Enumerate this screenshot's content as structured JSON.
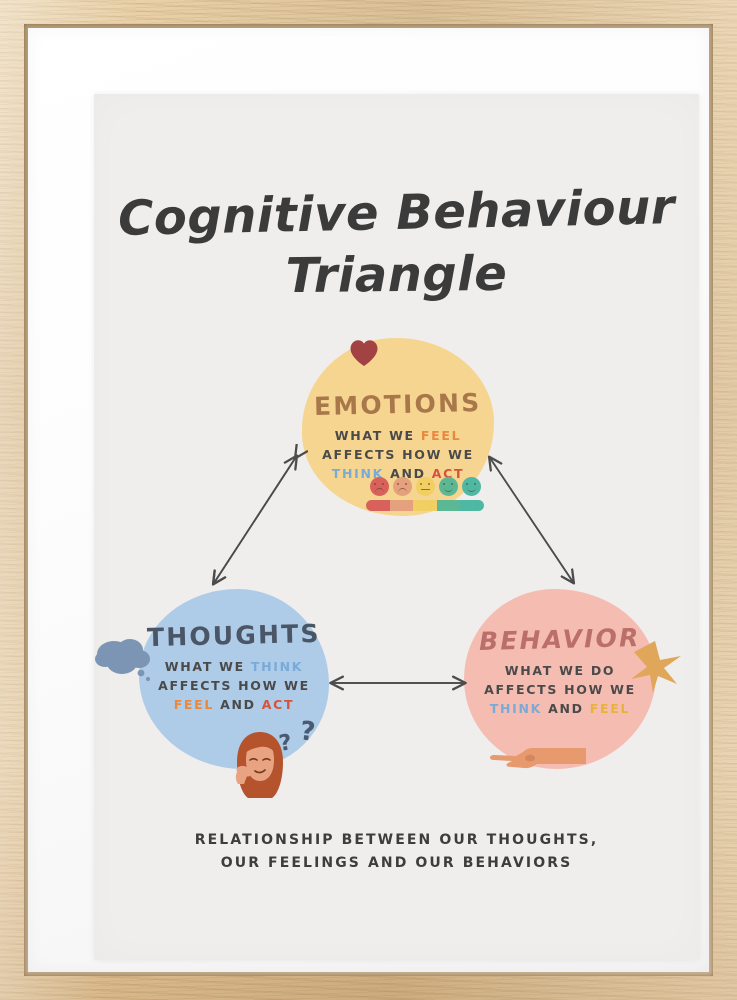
{
  "artwork": {
    "title_line1": "Cognitive Behaviour",
    "title_line2": "Triangle",
    "caption_line1": "RELATIONSHIP BETWEEN OUR THOUGHTS,",
    "caption_line2": "OUR FEELINGS AND OUR BEHAVIORS",
    "background_color": "#efeeec",
    "frame_color": "#dcbd8f",
    "mat_color": "#ffffff"
  },
  "nodes": {
    "emotions": {
      "title": "EMOTIONS",
      "title_color": "#a9784a",
      "circle_color": "#f6d591",
      "line1_a": "WHAT WE ",
      "line1_kw": "FEEL",
      "line2": "AFFECTS HOW WE",
      "line3_kw1": "THINK",
      "line3_mid": " AND ",
      "line3_kw2": "ACT",
      "icon": "heart-icon"
    },
    "thoughts": {
      "title": "THOUGHTS",
      "title_color": "#4a5566",
      "circle_color": "#aecbe8",
      "line1_a": "WHAT WE ",
      "line1_kw": "THINK",
      "line2": "AFFECTS HOW WE",
      "line3_kw1": "FEEL",
      "line3_mid": " AND ",
      "line3_kw2": "ACT",
      "icon": "thought-cloud-icon",
      "secondary_icon": "thinking-girl-icon",
      "question_mark_1": "?",
      "question_mark_2": "?"
    },
    "behavior": {
      "title": "BEHAVIOR",
      "title_color": "#ba6f6a",
      "circle_color": "#f5bcb1",
      "line1": "WHAT WE DO",
      "line2": "AFFECTS HOW WE",
      "line3_kw1": "THINK",
      "line3_mid": " AND ",
      "line3_kw2": "FEEL",
      "icon": "star-icon",
      "secondary_icon": "pointing-hand-icon"
    }
  },
  "mood_scale": {
    "face_colors": [
      "#d9615c",
      "#e5a07d",
      "#f2cf62",
      "#5cb894",
      "#4eb8a3"
    ],
    "bar_colors": [
      "#d9615c",
      "#e5a07d",
      "#f2cf62",
      "#5cb894",
      "#4eb8a3"
    ],
    "faces": [
      "sad",
      "slightly-sad",
      "neutral",
      "happy",
      "very-happy"
    ]
  },
  "arrows": {
    "left": "thoughts-emotions-arrow",
    "right": "emotions-behavior-arrow",
    "bottom": "thoughts-behavior-arrow",
    "color": "#4c4c4c"
  }
}
